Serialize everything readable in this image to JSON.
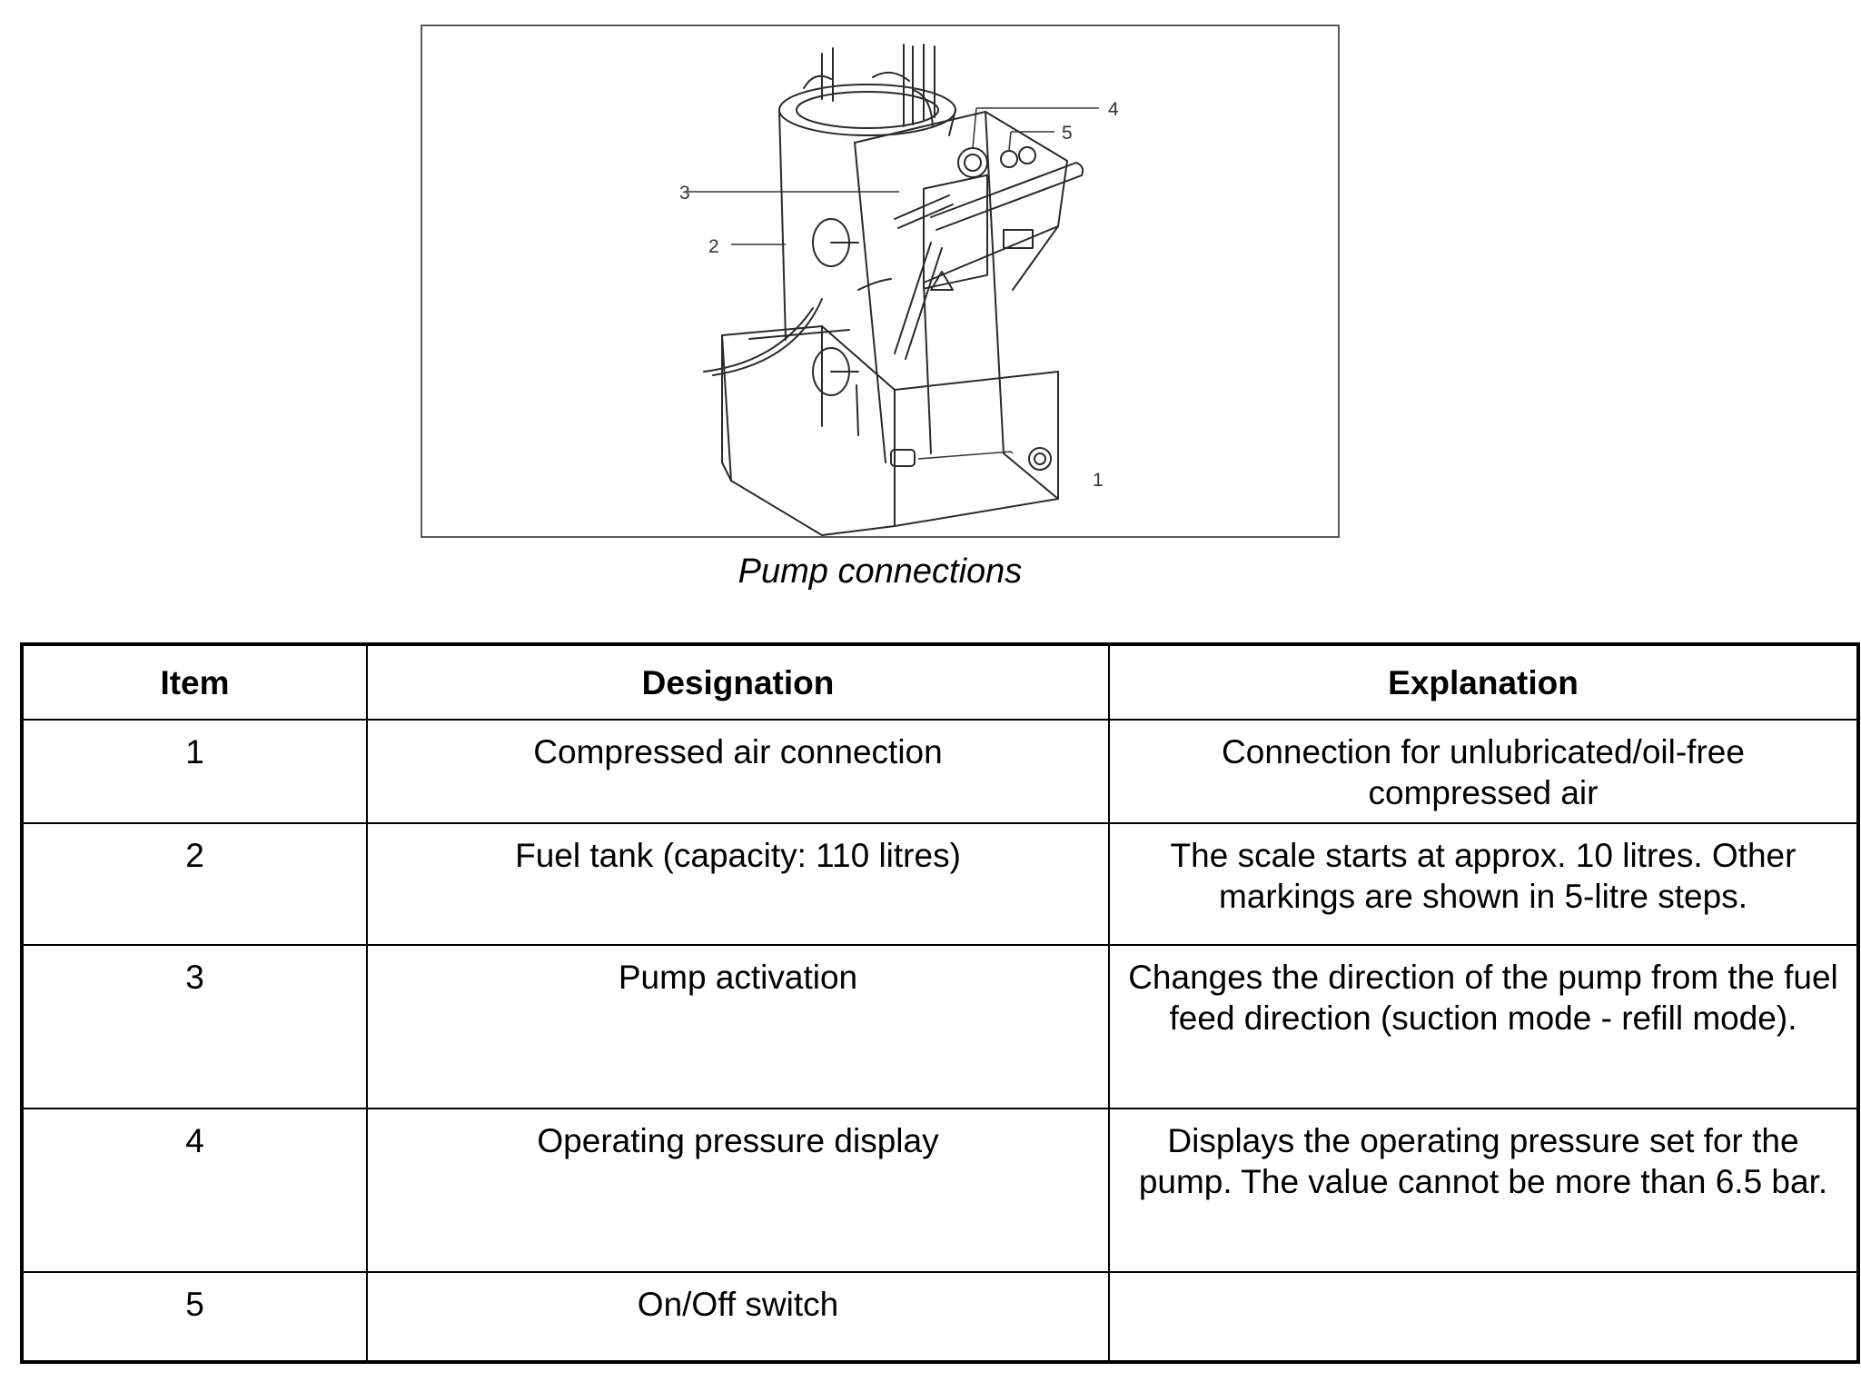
{
  "figure": {
    "icon": "pump-unit-illustration",
    "callouts": [
      "1",
      "2",
      "3",
      "4",
      "5"
    ],
    "caption": "Pump connections"
  },
  "table": {
    "headers": {
      "item": "Item",
      "designation": "Designation",
      "explanation": "Explanation"
    },
    "rows": [
      {
        "item": "1",
        "designation": "Compressed air connection",
        "explanation": "Connection for unlubricated/oil-free compressed air"
      },
      {
        "item": "2",
        "designation": "Fuel tank (capacity: 110 litres)",
        "explanation": "The scale starts at approx. 10 litres. Other markings are shown in 5-litre steps."
      },
      {
        "item": "3",
        "designation": "Pump activation",
        "explanation": "Changes the direction of the pump from the fuel feed direction (suction mode - refill mode)."
      },
      {
        "item": "4",
        "designation": "Operating pressure display",
        "explanation": "Displays the operating pressure set for the pump. The value cannot be more than 6.5 bar."
      },
      {
        "item": "5",
        "designation": "On/Off switch",
        "explanation": ""
      }
    ]
  }
}
